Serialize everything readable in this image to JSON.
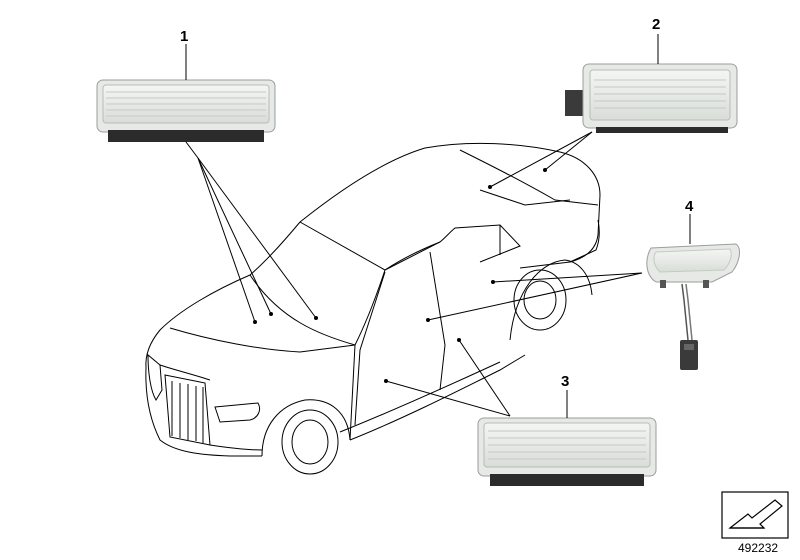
{
  "callouts": {
    "part1": "1",
    "part2": "2",
    "part3": "3",
    "part4": "4"
  },
  "diagram_number": "492232",
  "colors": {
    "line": "#000000",
    "lamp_body": "#eaece9",
    "lamp_lens": "#f6f7f5",
    "lamp_base": "#2b2b2b",
    "connector": "#3a3a3a"
  },
  "icons": [
    "car-outline",
    "lamp-unit",
    "connector-plug",
    "arrow-box-icon"
  ]
}
